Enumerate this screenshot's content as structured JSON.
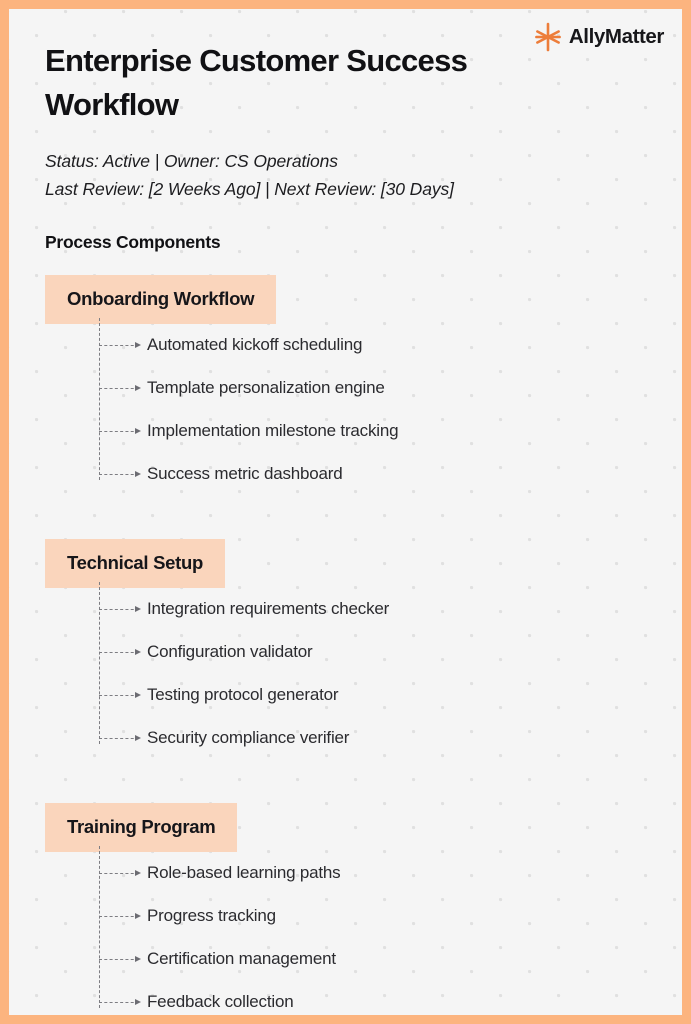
{
  "brand": {
    "name": "AllyMatter",
    "mark": "starburst-icon",
    "accent_color": "#ed7d3a",
    "text_color": "#17171a"
  },
  "theme": {
    "border_color": "#fcb47f",
    "page_background": "#f5f5f5",
    "badge_background": "#fad5bc",
    "body_text": "#2b2b2f",
    "connector_color": "#7d7d82"
  },
  "header": {
    "title": "Enterprise Customer Success Workflow",
    "meta_line_1": "Status: Active | Owner: CS Operations",
    "meta_line_2": "Last Review: [2 Weeks Ago] | Next Review: [30 Days]",
    "section_heading": "Process Components"
  },
  "groups": [
    {
      "label": "Onboarding Workflow",
      "items": [
        "Automated kickoff scheduling",
        "Template personalization engine",
        "Implementation milestone tracking",
        "Success metric dashboard"
      ]
    },
    {
      "label": "Technical Setup",
      "items": [
        "Integration requirements checker",
        "Configuration validator",
        "Testing protocol generator",
        "Security compliance verifier"
      ]
    },
    {
      "label": "Training Program",
      "items": [
        "Role-based learning paths",
        "Progress tracking",
        "Certification management",
        "Feedback collection"
      ]
    }
  ]
}
